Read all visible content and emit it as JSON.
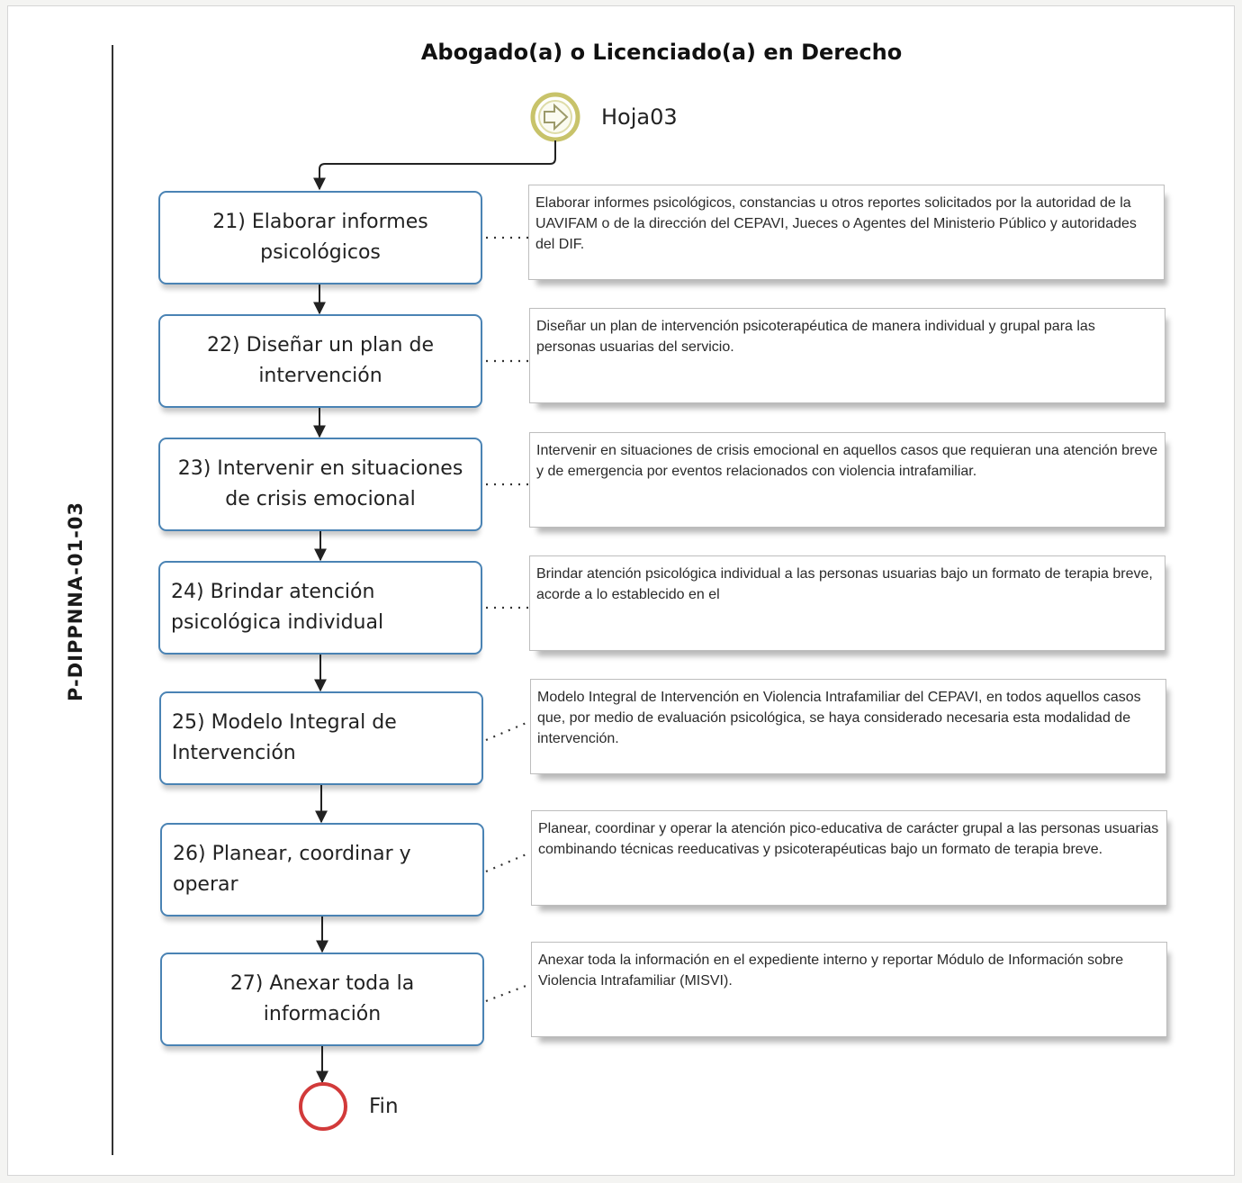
{
  "doc_code": "P-DIPPNNA-01-03",
  "lane_title": "Abogado(a) o Licenciado(a) en Derecho",
  "start_connector": {
    "label": "Hoja03",
    "icon": "arrow-right-icon"
  },
  "end_event": {
    "label": "Fin"
  },
  "colors": {
    "task_border": "#4a83b4",
    "start_ring": "#c8c36a",
    "end_ring": "#d23a3a"
  },
  "tasks": [
    {
      "label": "21) Elaborar informes psicológicos",
      "note": "Elaborar informes psicológicos, constancias u otros reportes solicitados por la autoridad de la UAVIFAM o de la dirección del CEPAVI, Jueces o Agentes del Ministerio Público y autoridades del DIF."
    },
    {
      "label": "22) Diseñar un plan de intervención",
      "note": "Diseñar un plan de intervención psicoterapéutica de manera individual y grupal para las personas usuarias del servicio."
    },
    {
      "label": "23) Intervenir en situaciones de crisis emocional",
      "note": "Intervenir en situaciones de crisis emocional en aquellos casos que requieran una atención breve y de emergencia por eventos relacionados con violencia intrafamiliar."
    },
    {
      "label": "24) Brindar atención psicológica individual",
      "note": "Brindar atención psicológica individual a las personas usuarias bajo un formato de terapia breve, acorde a lo establecido en el"
    },
    {
      "label": "25) Modelo Integral de Intervención",
      "note": "Modelo Integral de Intervención en Violencia Intrafamiliar del CEPAVI, en todos aquellos casos que, por medio de evaluación psicológica, se haya considerado necesaria esta modalidad de intervención."
    },
    {
      "label": "26) Planear, coordinar y operar",
      "note": "Planear, coordinar y operar la atención pico-educativa de carácter grupal a las personas usuarias combinando técnicas reeducativas y psicoterapéuticas bajo un formato de terapia breve."
    },
    {
      "label": "27) Anexar toda la información",
      "note": "Anexar toda la información en el expediente interno y reportar Módulo de Información sobre Violencia Intrafamiliar (MISVI)."
    }
  ]
}
